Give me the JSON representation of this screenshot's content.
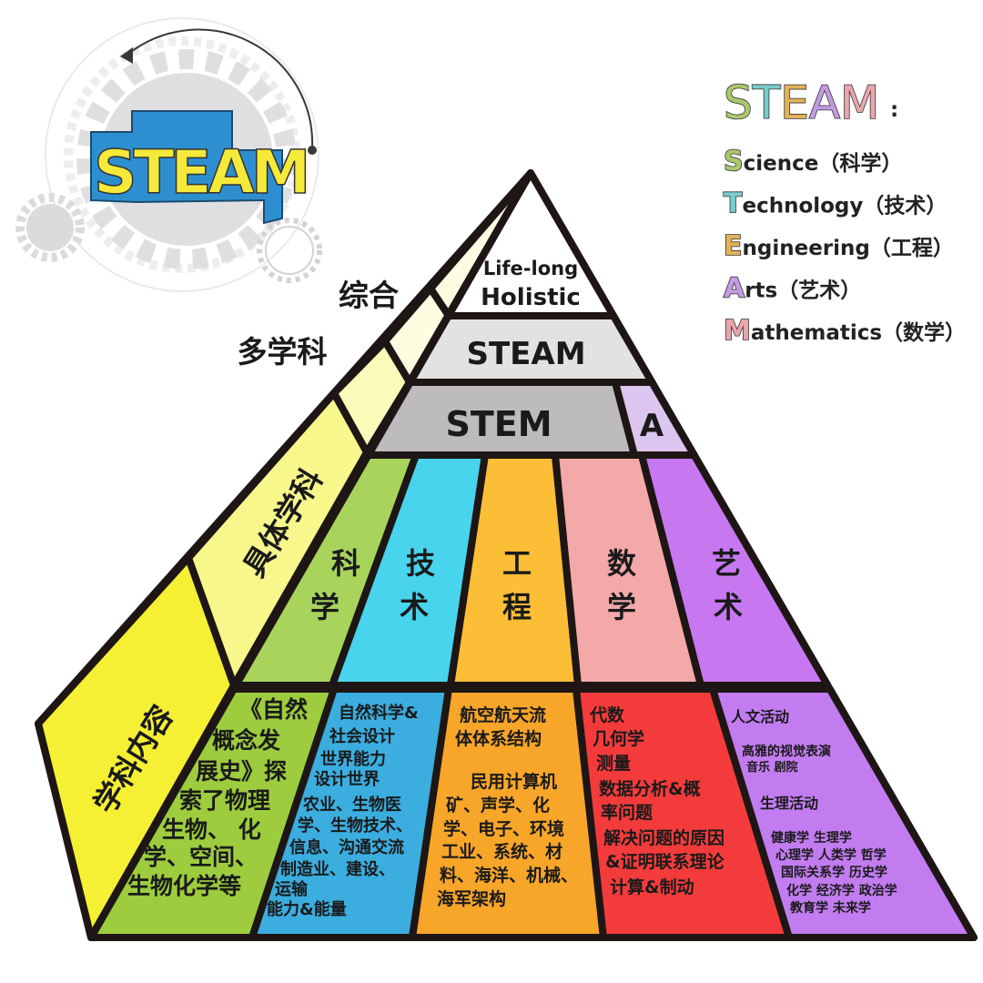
{
  "logo": {
    "text": "STEAM",
    "fill": "#f5e93a",
    "back": "#2e8fd0"
  },
  "legend": {
    "title": "STEAM",
    "colon": ":",
    "title_colors": [
      "#a9c96b",
      "#79cccc",
      "#e2b25a",
      "#c29be2",
      "#e9a7ad"
    ],
    "items": [
      {
        "letter": "S",
        "rest": "cience（科学）",
        "color": "#a9c96b"
      },
      {
        "letter": "T",
        "rest": "echnology（技术）",
        "color": "#79cccc"
      },
      {
        "letter": "E",
        "rest": "ngineering（工程）",
        "color": "#e2b25a"
      },
      {
        "letter": "A",
        "rest": "rts（艺术）",
        "color": "#c29be2"
      },
      {
        "letter": "M",
        "rest": "athematics（数学）",
        "color": "#e9a7ad"
      }
    ]
  },
  "side_labels": {
    "zonghe": "综合",
    "duoxueke": "多学科",
    "juti": "具体学科",
    "neirong": "学科内容"
  },
  "bands": {
    "lifelong": "Life-long",
    "holistic": "Holistic",
    "steam": "STEAM",
    "stem": "STEM",
    "a": "A"
  },
  "colors": {
    "top": "#ffffff",
    "steam": "#e2e2e2",
    "stem": "#bdbbbe",
    "a": "#dcc5ef",
    "side": [
      "#fdfde2",
      "#fafab9",
      "#f7f78c",
      "#f5f033"
    ],
    "subjects": [
      "#a8d45c",
      "#48d4ec",
      "#fbbe36",
      "#f4a9a9",
      "#c778f1"
    ],
    "content": [
      "#9dcc3e",
      "#3badde",
      "#f8a629",
      "#f43b3b",
      "#c27cf0"
    ]
  },
  "subjects": [
    {
      "c1": "科",
      "c2": "学"
    },
    {
      "c1": "技",
      "c2": "术"
    },
    {
      "c1": "工",
      "c2": "程"
    },
    {
      "c1": "数",
      "c2": "学"
    },
    {
      "c1": "艺",
      "c2": "术"
    }
  ],
  "content": [
    {
      "lines": [
        "《自然",
        "概念发",
        "展史》探",
        "索了物理",
        "生物、 化",
        "学、空间、",
        "生物化学等"
      ]
    },
    {
      "lines": [
        "自然科学&",
        "社会设计",
        "世界能力",
        "设计世界",
        "农业、生物医",
        "学、生物技术、",
        "信息、沟通交流",
        "制造业、建设、",
        "运输",
        "能力&能量"
      ]
    },
    {
      "lines": [
        "航空航天流",
        "体体系结构",
        "民用计算机",
        "矿、声学、化",
        "学、电子、环境",
        "工业、系统、材",
        "料、海洋、机械、",
        "海军架构"
      ]
    },
    {
      "lines": [
        "代数",
        "几何学",
        "测量",
        "数据分析&概",
        "率问题",
        "解决问题的原因",
        "&证明联系理论",
        "计算&制动"
      ]
    },
    {
      "lines": [
        "人文活动",
        "高雅的视觉表演",
        "音乐 剧院",
        "生理活动",
        "健康学 生理学",
        "心理学 人类学 哲学",
        "国际关系学 历史学",
        "化学 经济学 政治学",
        "教育学 未来学"
      ]
    }
  ]
}
